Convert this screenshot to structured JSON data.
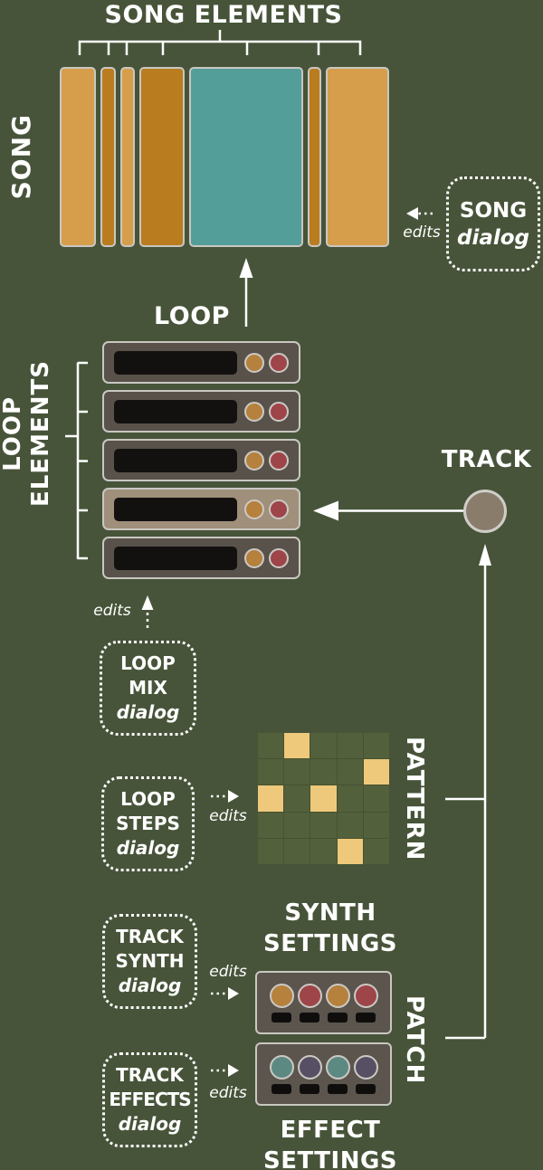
{
  "colors": {
    "background": "#475439",
    "white": "#ffffff",
    "block_light": "#d69e4a",
    "block_dark": "#b97c1e",
    "block_teal": "#539e98",
    "block_border": "#c9c7c2",
    "row_bg": "#58524b",
    "row_highlight": "#a08f7a",
    "bar_black": "#131110",
    "knob_orange": "#b5813d",
    "knob_red": "#9e4549",
    "knob_teal": "#5d8983",
    "knob_purple": "#575064",
    "track_circle": "#8a7c6b",
    "cell_dark": "#53603c",
    "cell_active": "#eec97b",
    "patch_box": "#5b554e"
  },
  "song": {
    "title": "SONG ELEMENTS",
    "side_label": "SONG",
    "blocks": [
      {
        "width": 40,
        "color": "light"
      },
      {
        "width": 17,
        "color": "dark"
      },
      {
        "width": 16,
        "color": "light"
      },
      {
        "width": 50,
        "color": "dark"
      },
      {
        "width": 126,
        "color": "teal"
      },
      {
        "width": 15,
        "color": "dark"
      },
      {
        "width": 70,
        "color": "light"
      }
    ],
    "dialog": {
      "lines": [
        "SONG",
        "dialog"
      ]
    },
    "edits_label": "edits"
  },
  "loop": {
    "title": "LOOP",
    "side_label": [
      "LOOP",
      "ELEMENTS"
    ],
    "rows": [
      {
        "highlighted": false
      },
      {
        "highlighted": false
      },
      {
        "highlighted": false
      },
      {
        "highlighted": true
      },
      {
        "highlighted": false
      }
    ],
    "mix_dialog": {
      "lines": [
        "LOOP",
        "MIX",
        "dialog"
      ]
    },
    "edits_label": "edits"
  },
  "track": {
    "label": "TRACK"
  },
  "pattern": {
    "side_label": "PATTERN",
    "steps_dialog": {
      "lines": [
        "LOOP",
        "STEPS",
        "dialog"
      ]
    },
    "edits_label": "edits",
    "grid": {
      "rows": 5,
      "cols": 5,
      "active_cells": [
        [
          0,
          1
        ],
        [
          1,
          4
        ],
        [
          2,
          0
        ],
        [
          2,
          2
        ],
        [
          4,
          3
        ]
      ]
    }
  },
  "patch": {
    "side_label": "PATCH",
    "synth_title": [
      "SYNTH",
      "SETTINGS"
    ],
    "effect_title": [
      "EFFECT",
      "SETTINGS"
    ],
    "synth_dialog": {
      "lines": [
        "TRACK",
        "SYNTH",
        "dialog"
      ]
    },
    "effects_dialog": {
      "lines": [
        "TRACK",
        "EFFECTS",
        "dialog"
      ]
    },
    "synth_edits_label": "edits",
    "effects_edits_label": "edits",
    "synth_knobs": [
      "orange",
      "red",
      "orange",
      "red"
    ],
    "effect_knobs": [
      "teal",
      "purple",
      "teal",
      "purple"
    ]
  }
}
